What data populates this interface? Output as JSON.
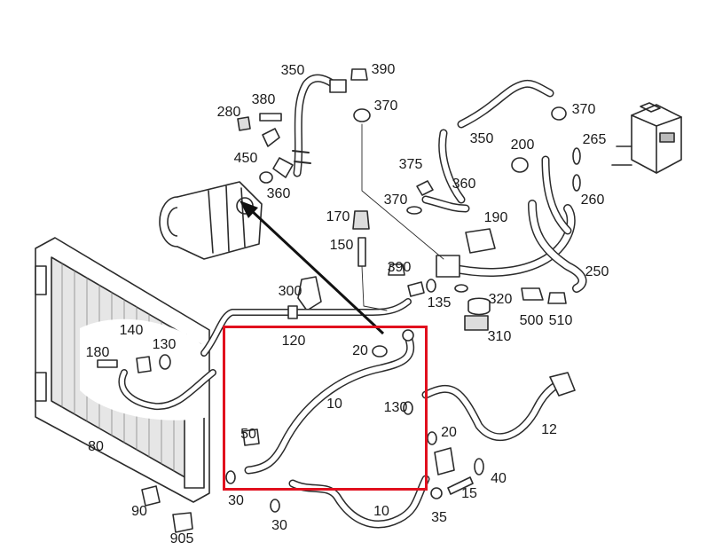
{
  "colors": {
    "line": "#2b2b2b",
    "highlight": "#e1101e",
    "fill": "#ffffff",
    "shade": "#d9d9d9"
  },
  "labels": {
    "l350a": "350",
    "l390a": "390",
    "l380": "380",
    "l370a": "370",
    "l280": "280",
    "l450": "450",
    "l360a": "360",
    "l370b": "370",
    "l350b": "350",
    "l200": "200",
    "l265": "265",
    "l375": "375",
    "l360b": "360",
    "l370c": "370",
    "l260": "260",
    "l170": "170",
    "l190": "190",
    "l150": "150",
    "l390b": "390",
    "l250": "250",
    "l300": "300",
    "l135": "135",
    "l320": "320",
    "l500": "500",
    "l510": "510",
    "l310": "310",
    "l140": "140",
    "l120": "120",
    "l180": "180",
    "l130a": "130",
    "l20a": "20",
    "l10a": "10",
    "l130b": "130",
    "l12": "12",
    "l80": "80",
    "l50": "50",
    "l20b": "20",
    "l40": "40",
    "l15": "15",
    "l30a": "30",
    "l30b": "30",
    "l10b": "10",
    "l35": "35",
    "l90": "90",
    "l905": "905"
  }
}
